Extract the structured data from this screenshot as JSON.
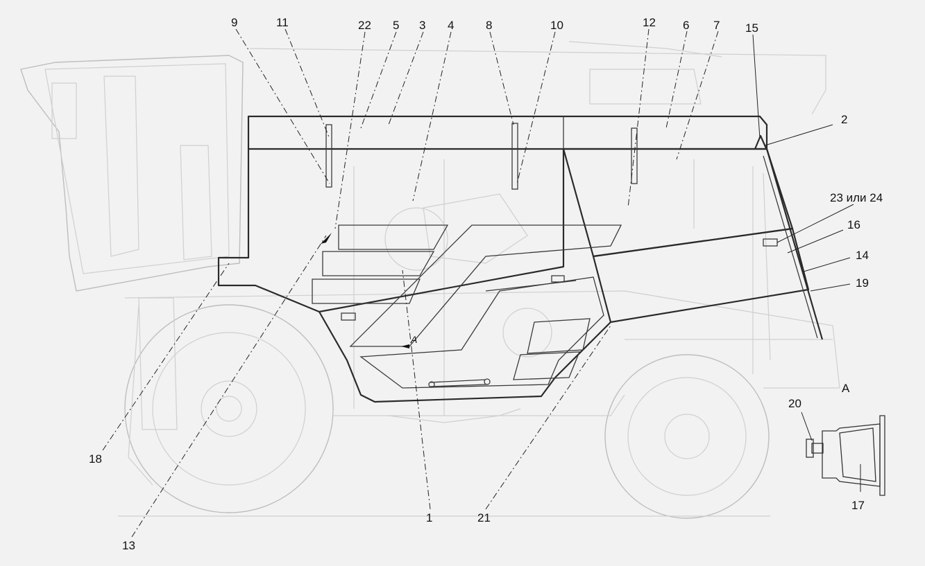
{
  "callouts": {
    "c1": "1",
    "c2": "2",
    "c3": "3",
    "c4": "4",
    "c5": "5",
    "c6": "6",
    "c7": "7",
    "c8": "8",
    "c9": "9",
    "c10": "10",
    "c11": "11",
    "c12": "12",
    "c13": "13",
    "c14": "14",
    "c15": "15",
    "c16": "16",
    "c17": "17",
    "c18": "18",
    "c19": "19",
    "c20": "20",
    "c21": "21",
    "c22": "22",
    "c23_24": "23 или 24"
  },
  "view": {
    "section_marker": "A",
    "detail_title": "A"
  }
}
